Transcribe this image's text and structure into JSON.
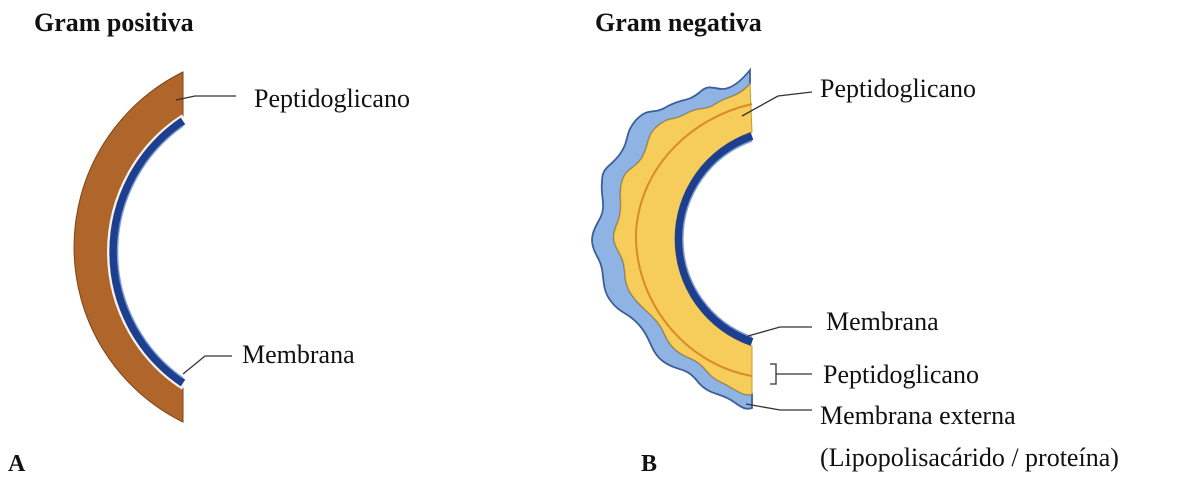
{
  "panel_a": {
    "title": "Gram positiva",
    "letter": "A",
    "labels": {
      "peptidoglycan": "Peptidoglicano",
      "membrane": "Membrana"
    }
  },
  "panel_b": {
    "title": "Gram negativa",
    "letter": "B",
    "labels": {
      "peptidoglycan_top": "Peptidoglicano",
      "membrane": "Membrana",
      "peptidoglycan_bottom": "Peptidoglicano",
      "outer_membrane": "Membrana externa",
      "outer_membrane_detail": "(Lipopolisacárido / proteína)"
    }
  },
  "colors": {
    "peptidoglycan_gram_positive": "#b0662a",
    "peptidoglycan_gram_negative": "#f6cc5a",
    "inner_membrane": "#1d3f8e",
    "outer_membrane": "#8fb4e4",
    "leader_line": "#333333"
  }
}
